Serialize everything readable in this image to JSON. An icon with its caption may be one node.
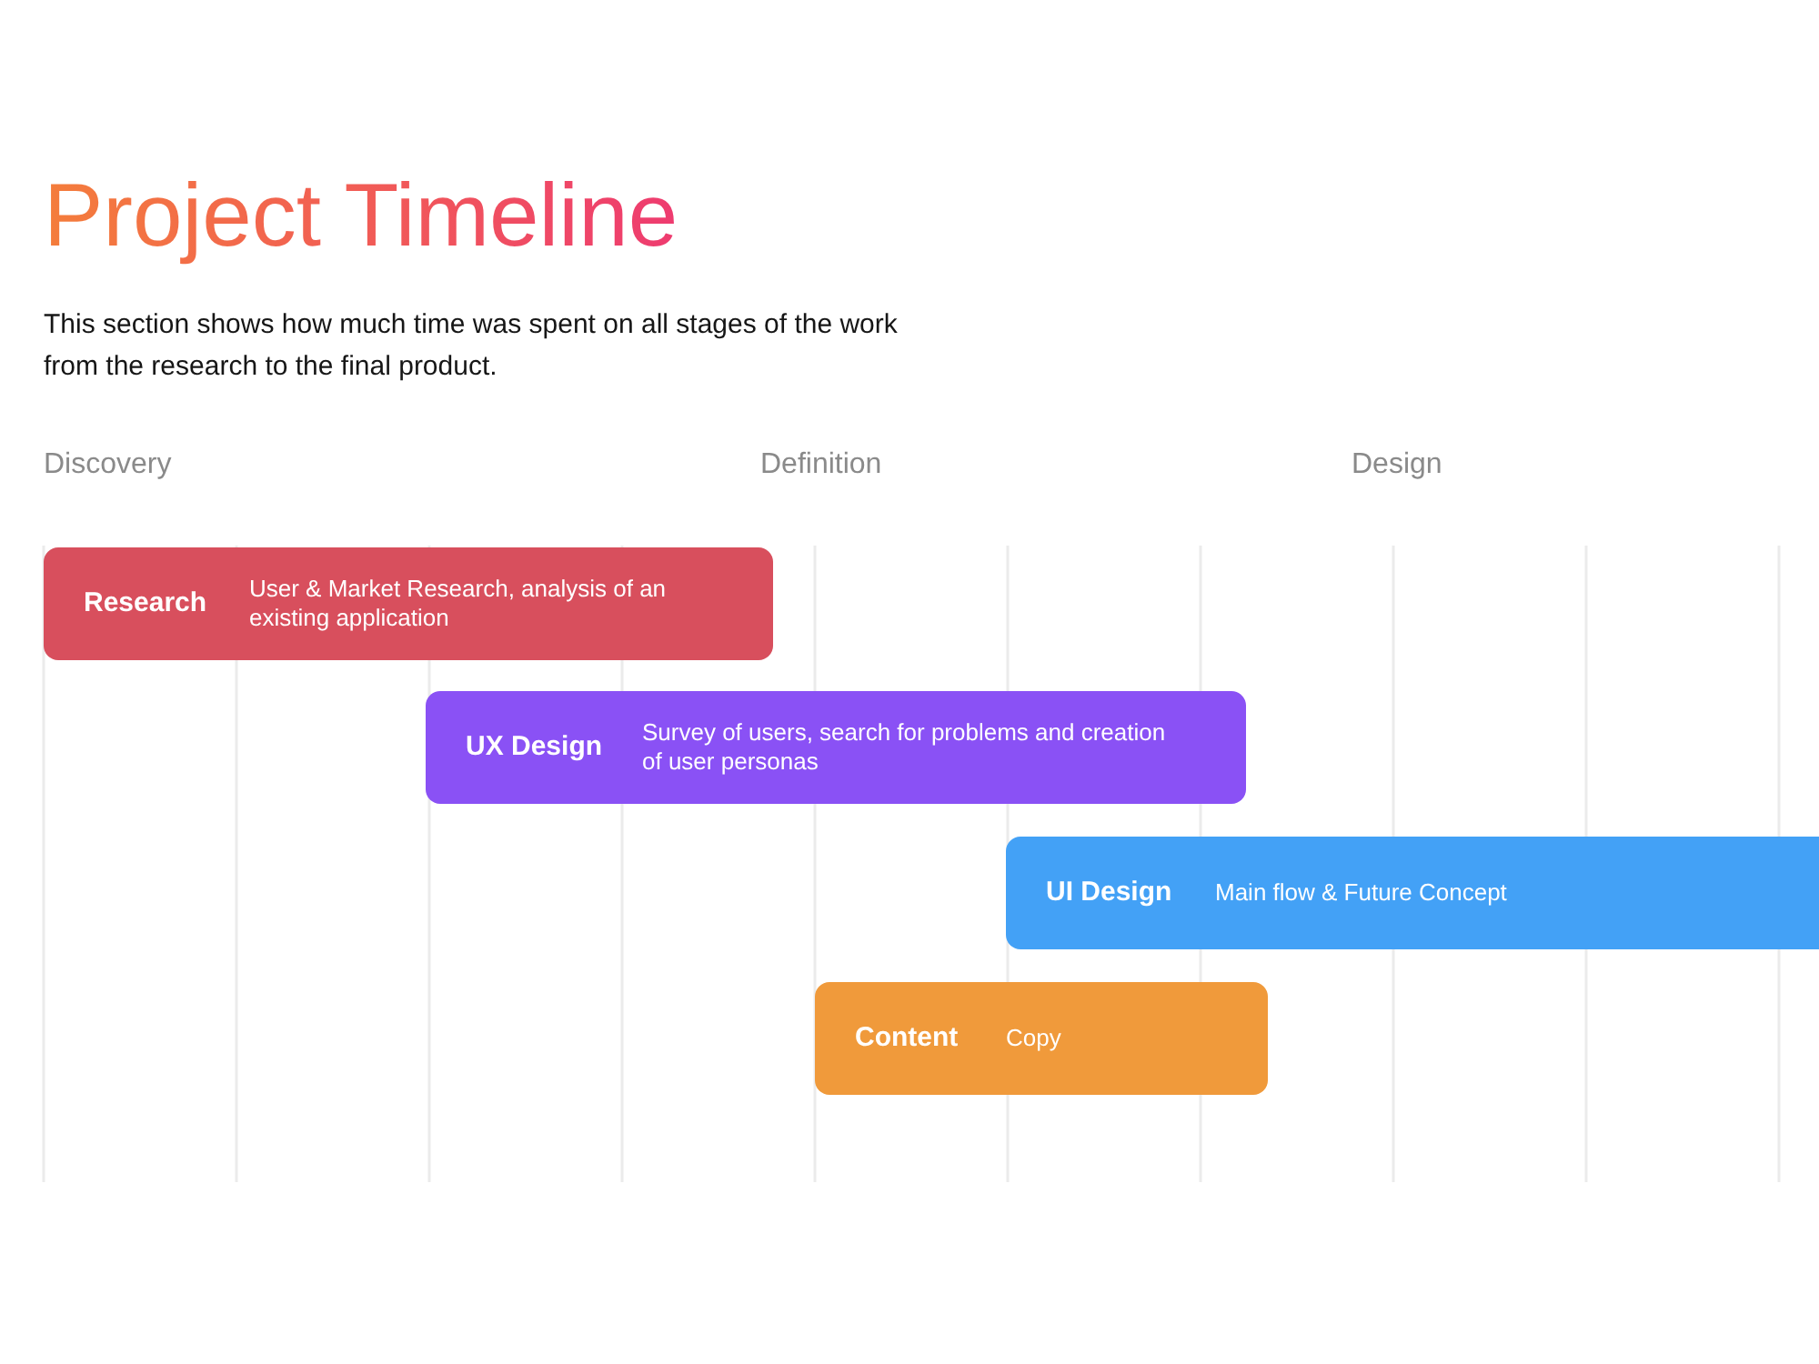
{
  "diagram": {
    "title": "Project Timeline",
    "nodes": [
      {
        "text": [
          "Research",
          "User & Market Research, analysis of an existing application"
        ]
      },
      {
        "text": [
          "UX Design",
          "Survey of users, search for problems and creation of user personas"
        ]
      },
      {
        "text": [
          "UI Design",
          "Main flow & Future Concept"
        ]
      },
      {
        "text": [
          "Content",
          "Copy"
        ]
      }
    ],
    "labels": [
      "This section shows how much time was spent on all stages of the work from the research to the final product.",
      "Discovery",
      "Definition",
      "Design"
    ]
  }
}
